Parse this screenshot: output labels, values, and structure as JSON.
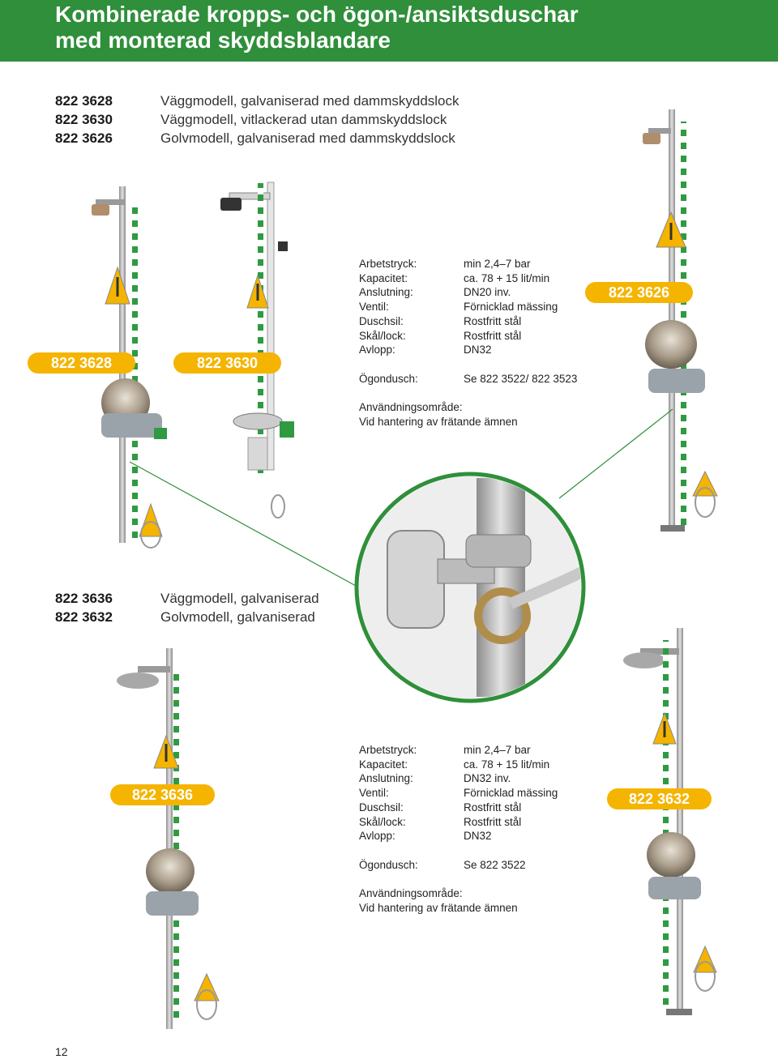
{
  "header": {
    "title_line1": "Kombinerade kropps- och ögon-/ansiktsduschar",
    "title_line2": "med monterad skyddsblandare",
    "bg_color": "#2f8f3a"
  },
  "section1": {
    "products": [
      {
        "code": "822 3628",
        "desc": "Väggmodell, galvaniserad med dammskyddslock"
      },
      {
        "code": "822 3630",
        "desc": "Väggmodell, vitlackerad utan dammskyddslock"
      },
      {
        "code": "822 3626",
        "desc": "Golvmodell, galvaniserad med dammskyddslock"
      }
    ],
    "specs": [
      {
        "key": "Arbetstryck:",
        "value": "min 2,4–7 bar"
      },
      {
        "key": "Kapacitet:",
        "value": "ca. 78 + 15 lit/min"
      },
      {
        "key": "Anslutning:",
        "value": "DN20 inv."
      },
      {
        "key": "Ventil:",
        "value": "Förnicklad mässing"
      },
      {
        "key": "Duschsil:",
        "value": "Rostfritt stål"
      },
      {
        "key": "Skål/lock:",
        "value": "Rostfritt stål"
      },
      {
        "key": "Avlopp:",
        "value": "DN32"
      }
    ],
    "eyewash": {
      "key": "Ögondusch:",
      "value": "Se 822 3522/ 822 3523"
    },
    "usage_label": "Användningsområde:",
    "usage_text": "Vid hantering av frätande ämnen",
    "badges": [
      "822 3628",
      "822 3630",
      "822 3626"
    ]
  },
  "section2": {
    "products": [
      {
        "code": "822 3636",
        "desc": "Väggmodell, galvaniserad"
      },
      {
        "code": "822 3632",
        "desc": "Golvmodell, galvaniserad"
      }
    ],
    "specs": [
      {
        "key": "Arbetstryck:",
        "value": "min 2,4–7 bar"
      },
      {
        "key": "Kapacitet:",
        "value": "ca. 78 + 15 lit/min"
      },
      {
        "key": "Anslutning:",
        "value": "DN32 inv."
      },
      {
        "key": "Ventil:",
        "value": "Förnicklad mässing"
      },
      {
        "key": "Duschsil:",
        "value": "Rostfritt stål"
      },
      {
        "key": "Skål/lock:",
        "value": "Rostfritt stål"
      },
      {
        "key": "Avlopp:",
        "value": "DN32"
      }
    ],
    "eyewash": {
      "key": "Ögondusch:",
      "value": "Se 822 3522"
    },
    "usage_label": "Användningsområde:",
    "usage_text": "Vid hantering av frätande ämnen",
    "badges": [
      "822 3636",
      "822 3632"
    ]
  },
  "badge_color": "#f5b400",
  "accent_green": "#2f8f3a",
  "page_number": "12"
}
